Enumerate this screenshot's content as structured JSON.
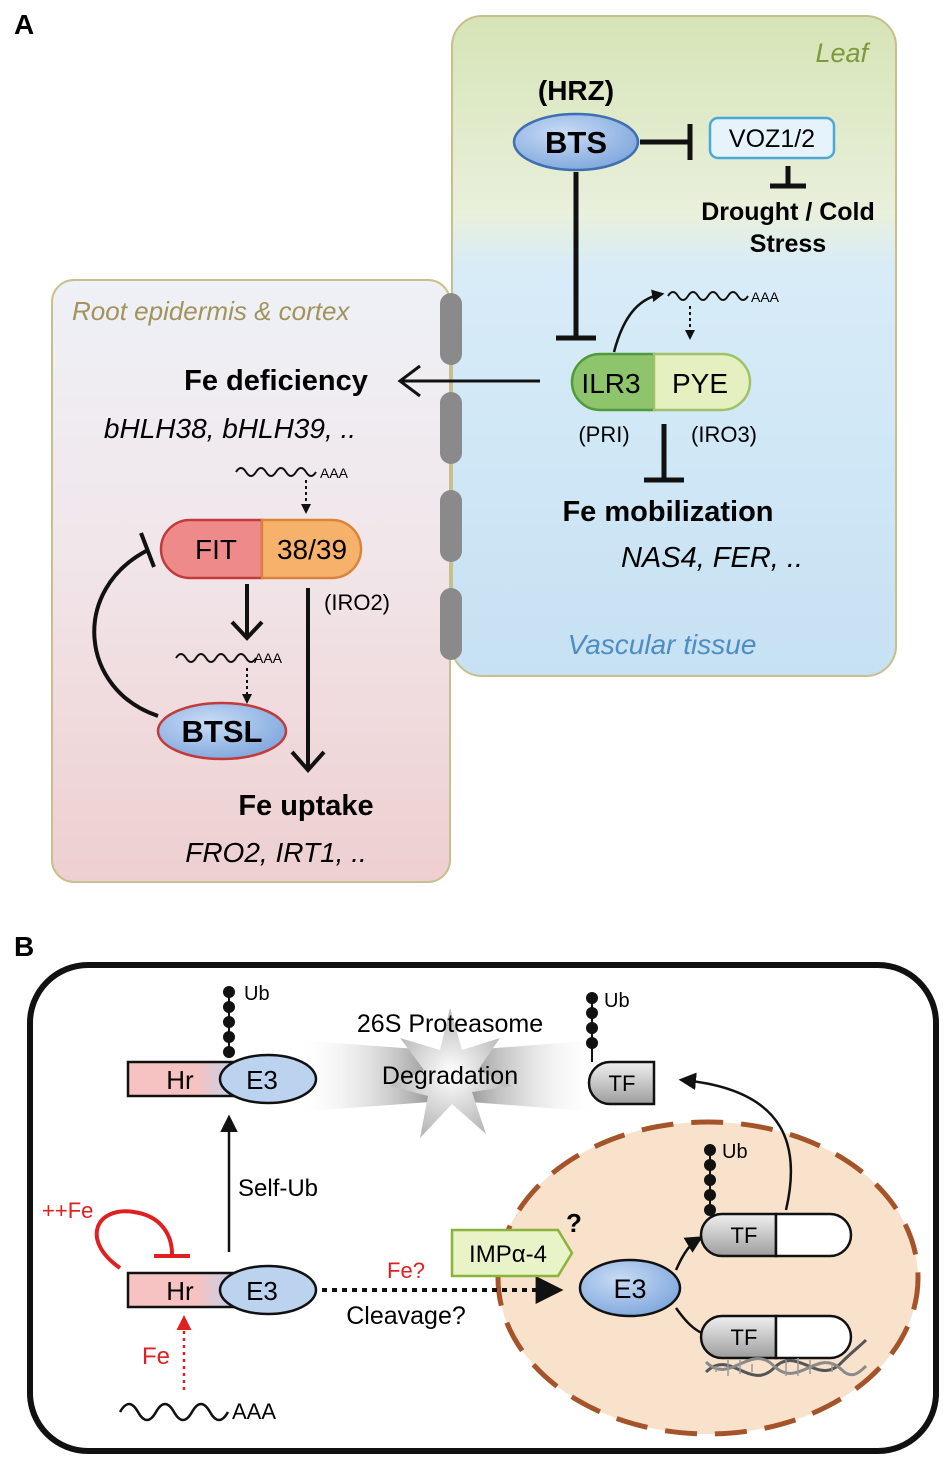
{
  "panel_a": {
    "label": "A",
    "leaf": {
      "region_label": "Leaf",
      "vascular_label": "Vascular tissue",
      "hrz_label": "(HRZ)",
      "bts_label": "BTS",
      "voz_label": "VOZ1/2",
      "stress_line1": "Drought / Cold",
      "stress_line2": "Stress",
      "ilr3_label": "ILR3",
      "pye_label": "PYE",
      "pri_label": "(PRI)",
      "iro3_label": "(IRO3)",
      "mobilization_title": "Fe mobilization",
      "mobilization_genes": "NAS4, FER, ..",
      "mrna_tail": "AAA"
    },
    "root": {
      "region_label": "Root epidermis & cortex",
      "deficiency_title": "Fe deficiency",
      "deficiency_genes": "bHLH38, bHLH39, ..",
      "fit_label": "FIT",
      "bhlh_label": "38/39",
      "iro2_label": "(IRO2)",
      "btsl_label": "BTSL",
      "uptake_title": "Fe uptake",
      "uptake_genes": "FRO2, IRT1, ..",
      "mrna_tail": "AAA"
    }
  },
  "panel_b": {
    "label": "B",
    "ub_label": "Ub",
    "proteasome_label": "26S Proteasome",
    "degradation_label": "Degradation",
    "hr_label": "Hr",
    "e3_label": "E3",
    "tf_label": "TF",
    "self_ub_label": "Self-Ub",
    "high_fe_label": "++Fe",
    "fe_label": "Fe",
    "fe_question_label": "Fe?",
    "cleavage_label": "Cleavage?",
    "impa_label": "IMPα-4",
    "question_mark": "?",
    "mrna_tail": "AAA"
  },
  "colors": {
    "leaf_green": "#dde8c4",
    "vascular_blue": "#cfe6f5",
    "root_top": "#eef0f6",
    "root_bottom": "#efd6d6",
    "bts_blue": "#8fb3e3",
    "ilr3_green": "#8cc46a",
    "pye_green": "#e2efbd",
    "fit_red": "#ef8a8a",
    "bhlh_orange": "#f5b169",
    "nucleus": "#f8e2cc",
    "fe_red": "#e02020"
  }
}
